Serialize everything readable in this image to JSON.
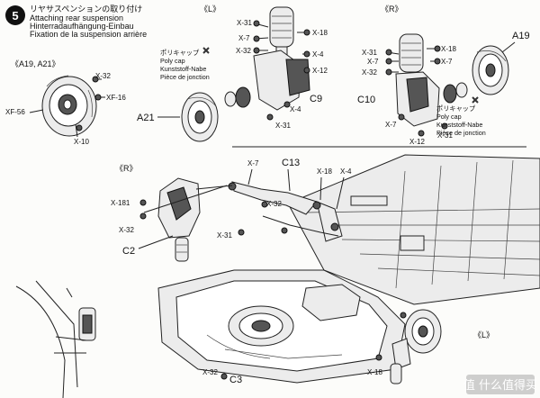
{
  "step": {
    "number": "5",
    "title_jp": "リヤサスペンションの取り付け",
    "title_en": "Attaching rear suspension",
    "title_de": "Hinterradaufhängung-Einbau",
    "title_fr": "Fixation de la suspension arrière"
  },
  "side_labels": {
    "top_left_group": "《A19, A21》",
    "top_L": "《L》",
    "top_R": "《R》",
    "bottom_R": "《R》",
    "bottom_L": "《L》"
  },
  "poly_cap_note": {
    "jp": "ポリキャップ",
    "en": "Poly cap",
    "de": "Kunststoff-Nabe",
    "fr": "Pièce de jonction"
  },
  "part_labels": {
    "a21": "A21",
    "a19": "A19",
    "c9": "C9",
    "c10": "C10",
    "c13": "C13",
    "c2": "C2",
    "c3": "C3"
  },
  "screw_labels": {
    "x32": "X-32",
    "x31": "X-31",
    "x7": "X-7",
    "x18": "X-18",
    "x4": "X-4",
    "x12": "X-12",
    "x10": "X-10",
    "xf16": "XF-16",
    "xf56": "XF-56",
    "x181": "X-181"
  },
  "watermark": "值 什么值得买"
}
